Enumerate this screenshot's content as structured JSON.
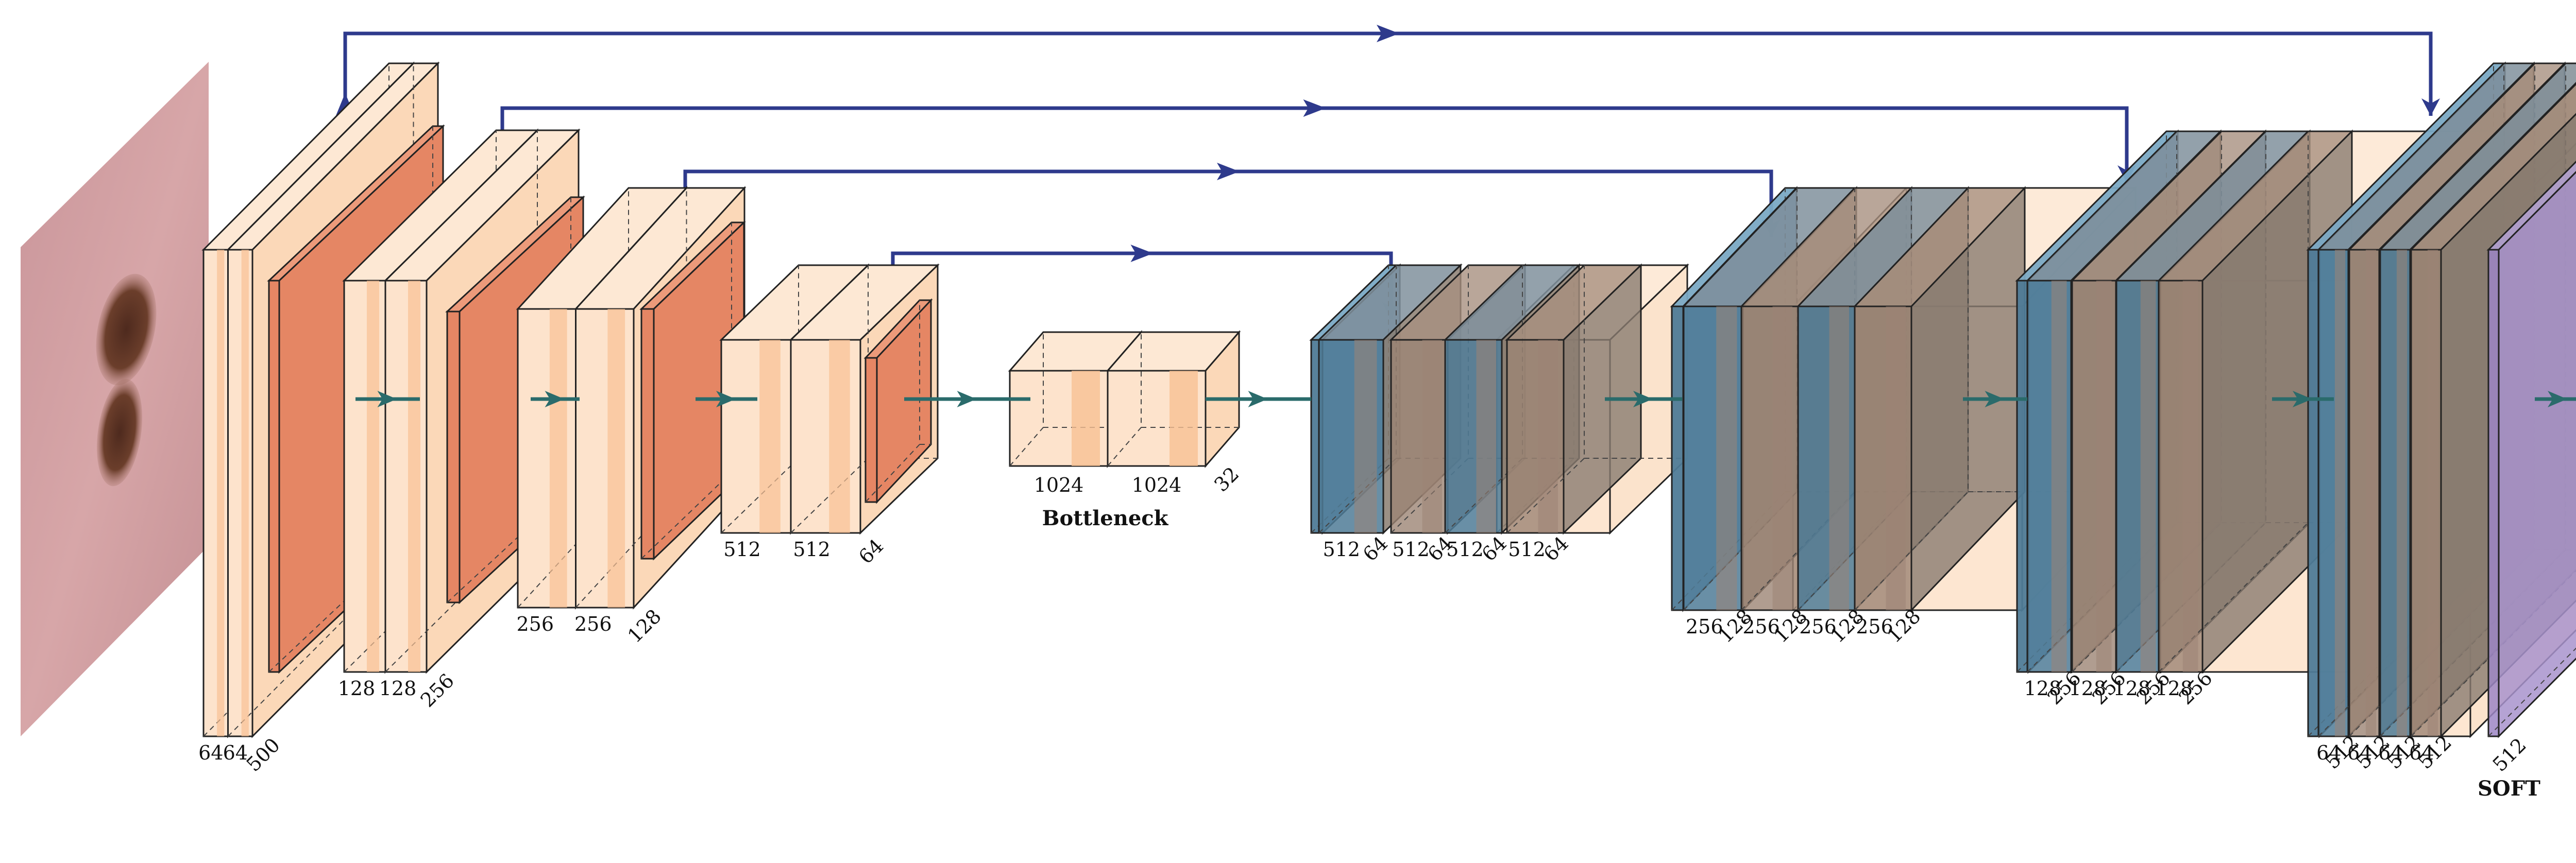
{
  "caption_bottleneck": "Bottleneck",
  "caption_soft": "SOFT",
  "colors": {
    "encoder_face": "#fde3cc",
    "encoder_band": "#f8c094",
    "conv_inner": "#e58664",
    "decoder_face": "#9c8474",
    "upconv_face": "#4f7b97",
    "softmax_face": "#9c86c4",
    "skip_arrow": "#2e3a8c",
    "flow_arrow": "#2a6b6b"
  },
  "encoder": [
    {
      "labels": [
        "64",
        "64",
        "500"
      ]
    },
    {
      "labels": [
        "128",
        "128",
        "256"
      ]
    },
    {
      "labels": [
        "256",
        "256",
        "128"
      ]
    },
    {
      "labels": [
        "512",
        "512",
        "64"
      ]
    }
  ],
  "bottleneck": {
    "labels": [
      "1024",
      "1024",
      "32"
    ]
  },
  "decoder": [
    {
      "labels": [
        "512",
        "64",
        "512",
        "64",
        "512",
        "64",
        "512",
        "64"
      ]
    },
    {
      "labels": [
        "256",
        "128",
        "256",
        "128",
        "256",
        "128",
        "256",
        "128"
      ]
    },
    {
      "labels": [
        "128",
        "256",
        "128",
        "256",
        "128",
        "256",
        "128",
        "256"
      ]
    },
    {
      "labels": [
        "64",
        "512",
        "64",
        "512",
        "64",
        "512",
        "64",
        "512"
      ]
    }
  ],
  "output": {
    "labels": [
      "512"
    ]
  }
}
